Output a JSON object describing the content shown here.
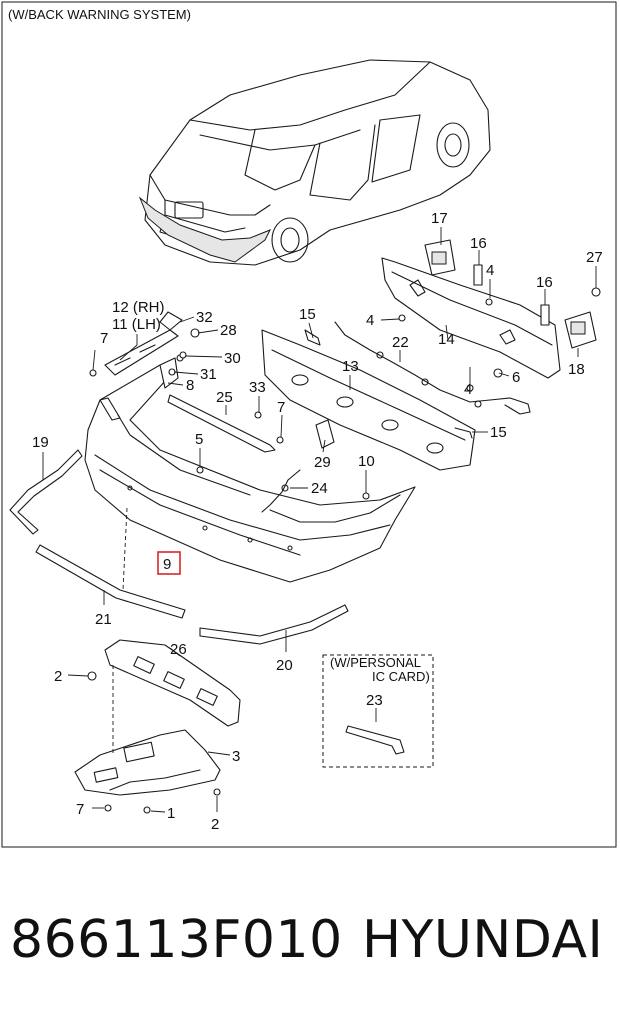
{
  "diagram": {
    "header_note": "(W/BACK WARNING SYSTEM)",
    "personal_card_note_line1": "(W/PERSONAL",
    "personal_card_note_line2": "IC CARD)",
    "highlighted_part": "9",
    "labels": {
      "p1": "1",
      "p2a": "2",
      "p2b": "2",
      "p3": "3",
      "p4a": "4",
      "p4b": "4",
      "p4c": "4",
      "p5": "5",
      "p6": "6",
      "p7a": "7",
      "p7b": "7",
      "p7c": "7",
      "p8": "8",
      "p10": "10",
      "p11": "11 (LH)",
      "p12": "12 (RH)",
      "p13": "13",
      "p14": "14",
      "p15a": "15",
      "p15b": "15",
      "p16a": "16",
      "p16b": "16",
      "p17": "17",
      "p18": "18",
      "p19": "19",
      "p20": "20",
      "p21": "21",
      "p22": "22",
      "p23": "23",
      "p24": "24",
      "p25": "25",
      "p26": "26",
      "p27": "27",
      "p28": "28",
      "p29": "29",
      "p30": "30",
      "p31": "31",
      "p32": "32",
      "p33": "33"
    }
  },
  "caption": {
    "part_number": "866113F010",
    "brand": "HYUNDAI"
  },
  "colors": {
    "line": "#1a1a1a",
    "highlight": "#d9262b",
    "background": "#ffffff"
  }
}
